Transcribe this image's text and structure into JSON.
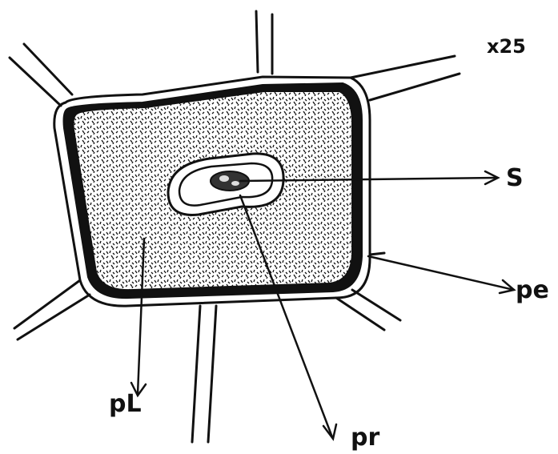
{
  "magnification": "x25",
  "labels": {
    "s": "S",
    "pe": "pe",
    "pl": "pL",
    "pr": "pr"
  },
  "colors": {
    "ink": "#111111",
    "paper": "#ffffff"
  }
}
